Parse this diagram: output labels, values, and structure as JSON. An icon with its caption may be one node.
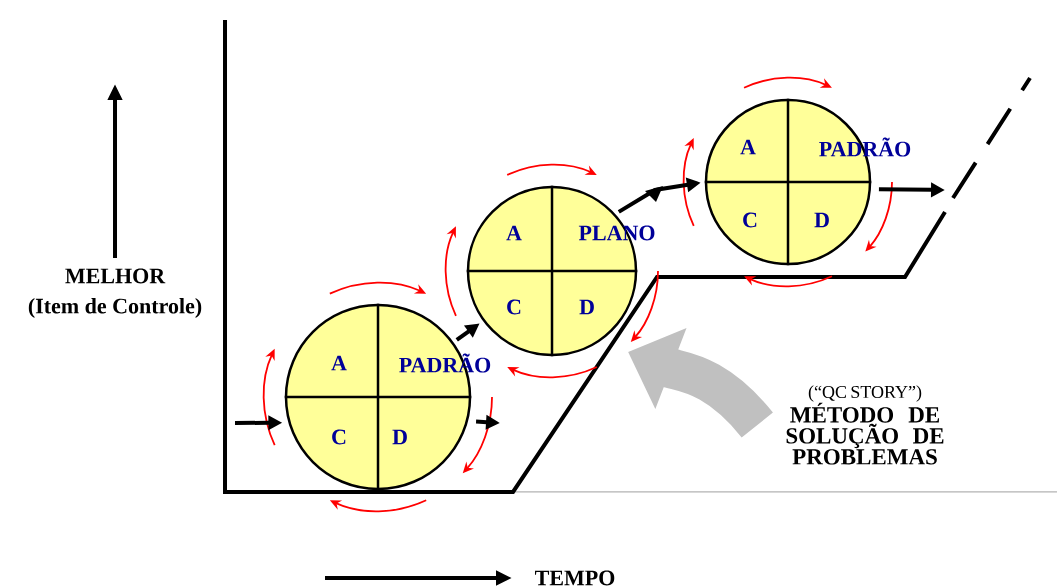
{
  "diagram": {
    "nodes": [
      {
        "text": [
          "A",
          "PADRÃO",
          "C",
          "D"
        ]
      },
      {
        "text": [
          "A",
          "PLANO",
          "C",
          "D"
        ]
      },
      {
        "text": [
          "A",
          "PADRÃO",
          "C",
          "D"
        ]
      },
      {
        "text": [
          "(“QC STORY”)",
          "MÉTODO DE SOLUÇÃO DE PROBLEMAS"
        ]
      }
    ],
    "edges": [
      {
        "from": null,
        "to": 0,
        "arrow": "to"
      },
      {
        "from": 0,
        "to": null,
        "arrow": "to"
      },
      {
        "from": 0,
        "to": 1,
        "arrow": "to"
      },
      {
        "from": 1,
        "to": 2,
        "arrow": "to"
      },
      {
        "from": 2,
        "to": null,
        "arrow": "to"
      },
      {
        "from": 3,
        "to": null,
        "arrow": "to",
        "style": "thick",
        "color": "#c0c0c0"
      }
    ],
    "labels": [
      "MELHOR",
      "(Item de Controle)",
      "TEMPO"
    ]
  }
}
